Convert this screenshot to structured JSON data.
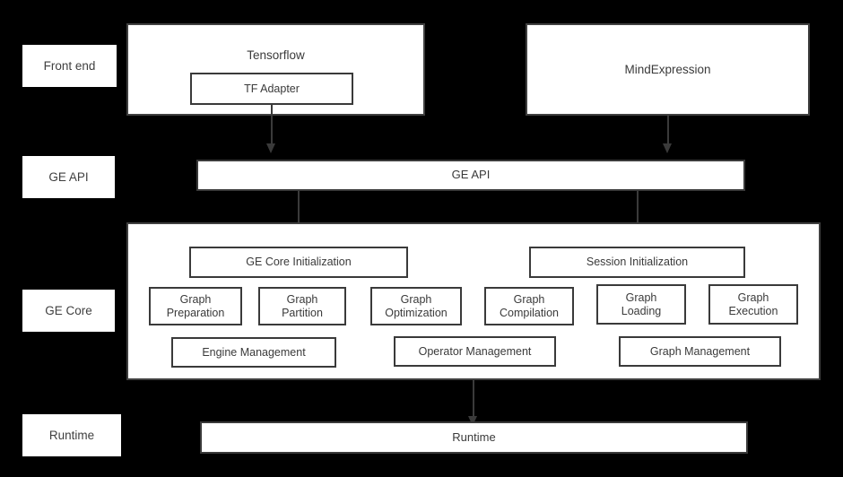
{
  "diagram": {
    "title": "GE architecture layered diagram",
    "background_color": "#000000",
    "box_fill_color": "#ffffff",
    "border_color": "#3a3a3a",
    "text_color": "#3a3a3a"
  },
  "tiers": [
    {
      "label": "Front end"
    },
    {
      "label": "GE API"
    },
    {
      "label": "GE Core"
    },
    {
      "label": "Runtime"
    }
  ],
  "frontend": {
    "tensorflow": {
      "title": "Tensorflow",
      "child": "TF Adapter"
    },
    "mindexpression": {
      "title": "MindExpression"
    }
  },
  "ge_api": {
    "label": "GE API"
  },
  "ge_core": {
    "initialization": [
      {
        "label": "GE Core Initialization"
      },
      {
        "label": "Session Initialization"
      }
    ],
    "modules": [
      {
        "label": "Graph\nPreparation"
      },
      {
        "label": "Graph\nPartition"
      },
      {
        "label": "Graph\nOptimization"
      },
      {
        "label": "Graph\nCompilation"
      },
      {
        "label": "Graph\nLoading"
      },
      {
        "label": "Graph\nExecution"
      }
    ],
    "management": [
      {
        "label": "Engine Management"
      },
      {
        "label": "Operator Management"
      },
      {
        "label": "Graph Management"
      }
    ]
  },
  "runtime": {
    "label": "Runtime"
  },
  "arrows": [
    {
      "name": "tf-adapter-to-ge-api"
    },
    {
      "name": "mindexpression-to-ge-api"
    },
    {
      "name": "ge-api-to-ge-core-initialization"
    },
    {
      "name": "ge-api-to-session-initialization"
    },
    {
      "name": "ge-core-to-runtime"
    }
  ]
}
